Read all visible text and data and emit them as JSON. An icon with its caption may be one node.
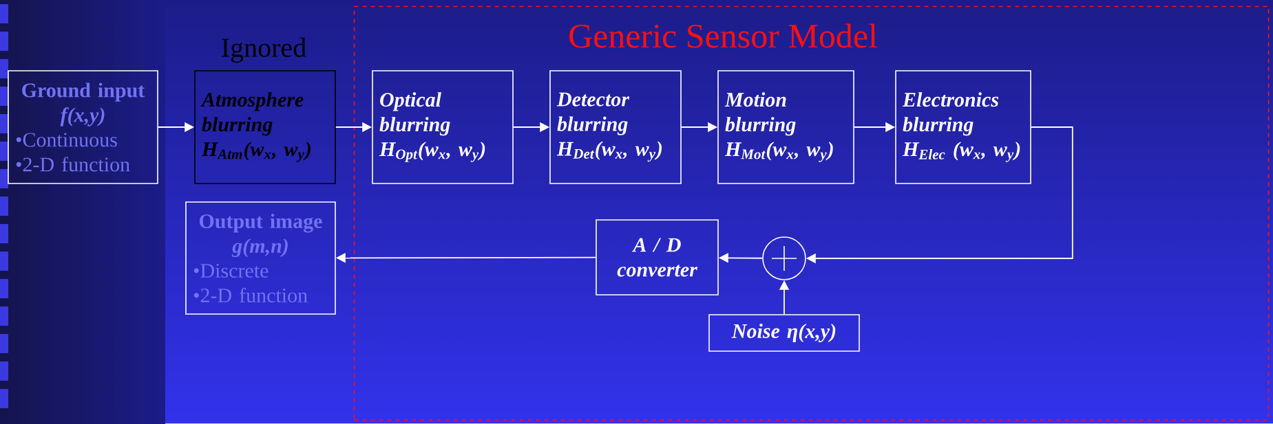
{
  "diagram": {
    "nodes": [
      {
        "text": [
          "Generic Sensor Model"
        ]
      },
      {
        "text": [
          "Ground input",
          "f(x,y)",
          "•Continuous",
          "•2-D function"
        ]
      },
      {
        "text": [
          "Ignored",
          "Atmosphere blurring H$_{Atm}$(w$_{x}$, w$_{y}$)"
        ]
      },
      {
        "text": [
          "Optical blurring H$_{Opt}$(w$_{x}$, w$_{y}$)"
        ],
        "in": 0
      },
      {
        "text": [
          "Detector blurring H$_{Det}$(w$_{x}$, w$_{y}$)"
        ],
        "in": 0
      },
      {
        "text": [
          "Motion blurring H$_{Mot}$(w$_{x}$, w$_{y}$)"
        ],
        "in": 0
      },
      {
        "text": [
          "Electronics blurring H$_{Elec}$ (w$_{x}$, w$_{y}$)"
        ],
        "in": 0
      },
      {
        "text": [
          "Output image",
          "g(m,n)",
          "•Discrete",
          "•2-D function"
        ]
      },
      {
        "text": [
          "A / D converter"
        ],
        "in": 0
      },
      {
        "text": [],
        "shape": "circle",
        "in": 0
      },
      {
        "text": [
          "Noise η(x,y)"
        ],
        "in": 0
      }
    ],
    "edges": [
      {
        "from": 1,
        "to": 2,
        "arrow": "to"
      },
      {
        "from": 2,
        "to": 3,
        "arrow": "to"
      },
      {
        "from": 3,
        "to": 4,
        "arrow": "to"
      },
      {
        "from": 4,
        "to": 5,
        "arrow": "to"
      },
      {
        "from": 5,
        "to": 6,
        "arrow": "to"
      },
      {
        "from": 6,
        "to": 9,
        "arrow": "to"
      },
      {
        "from": 9,
        "to": 8,
        "arrow": "to"
      },
      {
        "from": 10,
        "to": 9,
        "arrow": "to"
      },
      {
        "from": 8,
        "to": 7,
        "arrow": "to"
      }
    ]
  }
}
